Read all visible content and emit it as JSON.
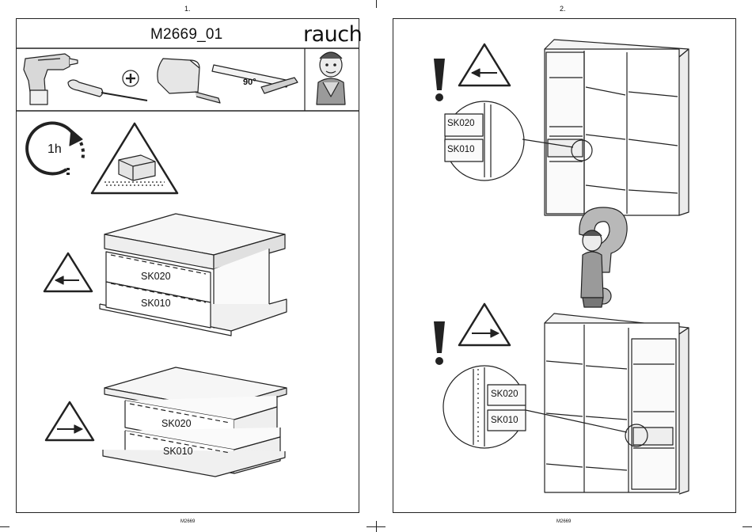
{
  "pages": [
    {
      "number": "1.",
      "footer": "M2669"
    },
    {
      "number": "2.",
      "footer": "M2669"
    }
  ],
  "header": {
    "product_code": "M2669_01",
    "brand": "rauch"
  },
  "tools": {
    "icons": [
      "drill-icon",
      "screwdriver-icon",
      "phillips-head-icon",
      "tape-measure-icon",
      "square-ruler-icon"
    ],
    "square_angle": "90°"
  },
  "time_estimate": "1h",
  "drawer_labels": {
    "top": "SK020",
    "bottom": "SK010"
  },
  "wardrobe_labels": {
    "top": "SK020",
    "bottom": "SK010"
  }
}
